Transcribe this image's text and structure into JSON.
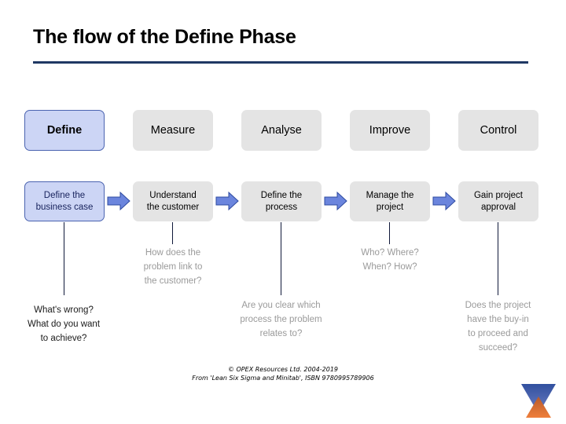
{
  "slide": {
    "title": "The flow of the Define Phase",
    "accent_rule_color": "#1f3864",
    "background": "#ffffff"
  },
  "phases": [
    {
      "label": "Define",
      "state": "active",
      "fill": "#ccd5f5",
      "border": "#4a63b0"
    },
    {
      "label": "Measure",
      "state": "inactive",
      "fill": "#e4e4e4",
      "border": "none"
    },
    {
      "label": "Analyse",
      "state": "inactive",
      "fill": "#e4e4e4",
      "border": "none"
    },
    {
      "label": "Improve",
      "state": "inactive",
      "fill": "#e4e4e4",
      "border": "none"
    },
    {
      "label": "Control",
      "state": "inactive",
      "fill": "#e4e4e4",
      "border": "none"
    }
  ],
  "steps": [
    {
      "line1": "Define the",
      "line2": "business case",
      "state": "active"
    },
    {
      "line1": "Understand",
      "line2": "the customer",
      "state": "inactive"
    },
    {
      "line1": "Define the",
      "line2": "process",
      "state": "inactive"
    },
    {
      "line1": "Manage the",
      "line2": "project",
      "state": "inactive"
    },
    {
      "line1": "Gain project",
      "line2": "approval",
      "state": "inactive"
    }
  ],
  "arrows": {
    "count": 4,
    "fill": "#6b85dd",
    "stroke": "#2d4aa0",
    "icon": "right-block-arrow-icon"
  },
  "questions": {
    "upper": [
      {
        "column": 2,
        "tone": "muted",
        "lines": [
          "How does the",
          "problem link to",
          "the customer?"
        ]
      },
      {
        "column": 4,
        "tone": "muted",
        "lines": [
          "Who? Where?",
          "When? How?"
        ]
      }
    ],
    "lower": [
      {
        "column": 1,
        "tone": "dark",
        "lines": [
          "What's wrong?",
          "What do you want",
          "to achieve?"
        ]
      },
      {
        "column": 3,
        "tone": "muted",
        "lines": [
          "Are you clear which",
          "process the problem",
          "relates to?"
        ]
      },
      {
        "column": 5,
        "tone": "muted",
        "lines": [
          "Does the project",
          "have the buy-in",
          "to proceed and",
          "succeed?"
        ]
      }
    ]
  },
  "footer": {
    "line1": "© OPEX Resources Ltd. 2004-2019",
    "line2": "From 'Lean Six Sigma and Minitab', ISBN 9780995789906"
  },
  "logo": {
    "name": "opex-hourglass-logo",
    "top_color": "#2f4f9e",
    "bottom_color": "#d9622b"
  }
}
